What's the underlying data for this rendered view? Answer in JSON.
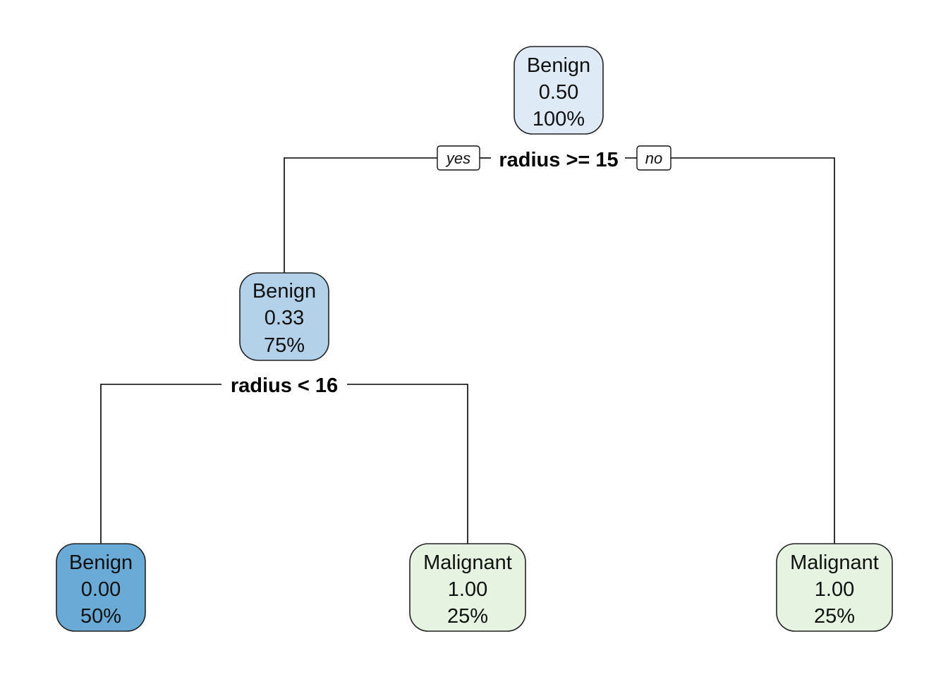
{
  "tree": {
    "root": {
      "class": "Benign",
      "prob": "0.50",
      "pct": "100%",
      "fill": "#deebf7"
    },
    "root_split": {
      "text": "radius >= 15",
      "yes": "yes",
      "no": "no"
    },
    "left": {
      "class": "Benign",
      "prob": "0.33",
      "pct": "75%",
      "fill": "#b3d1e8"
    },
    "left_split": {
      "text": "radius < 16"
    },
    "leaf_ll": {
      "class": "Benign",
      "prob": "0.00",
      "pct": "50%",
      "fill": "#6aaad6"
    },
    "leaf_lr": {
      "class": "Malignant",
      "prob": "1.00",
      "pct": "25%",
      "fill": "#e5f3e0"
    },
    "leaf_r": {
      "class": "Malignant",
      "prob": "1.00",
      "pct": "25%",
      "fill": "#e5f3e0"
    }
  }
}
